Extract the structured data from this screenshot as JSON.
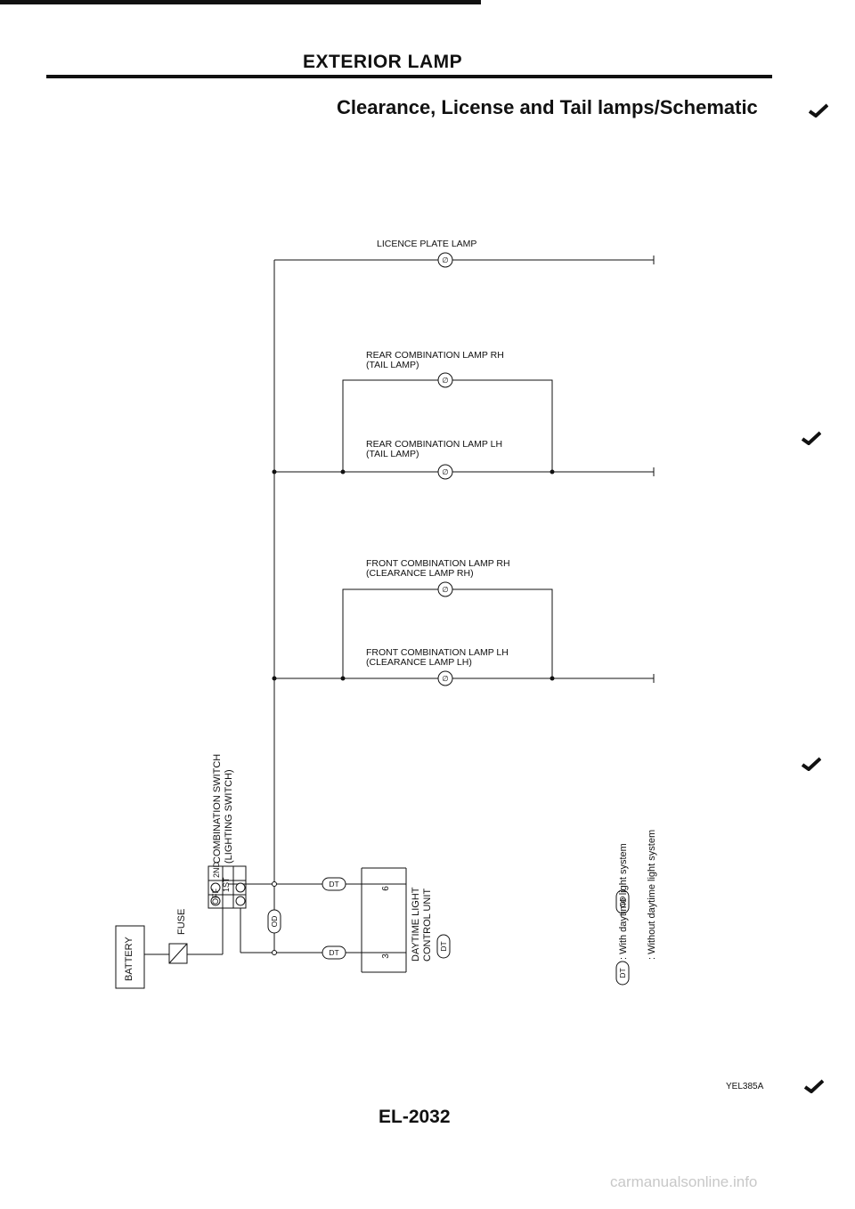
{
  "header": {
    "title": "EXTERIOR LAMP",
    "subtitle": "Clearance, License and Tail lamps/Schematic"
  },
  "components": {
    "licence_plate_lamp": "LICENCE PLATE LAMP",
    "rear_rh_line1": "REAR COMBINATION LAMP RH",
    "rear_rh_line2": "(TAIL LAMP)",
    "rear_lh_line1": "REAR COMBINATION LAMP LH",
    "rear_lh_line2": "(TAIL LAMP)",
    "front_rh_line1": "FRONT COMBINATION LAMP RH",
    "front_rh_line2": "(CLEARANCE LAMP RH)",
    "front_lh_line1": "FRONT COMBINATION LAMP LH",
    "front_lh_line2": "(CLEARANCE LAMP LH)",
    "switch_line1": "COMBINATION SWITCH",
    "switch_line2": "(LIGHTING SWITCH)",
    "switch_positions": [
      "OFF",
      "1ST",
      "2ND"
    ],
    "fuse": "FUSE",
    "battery": "BATTERY",
    "control_unit_line1": "DAYTIME LIGHT",
    "control_unit_line2": "CONTROL UNIT",
    "terminal_top": "6",
    "terminal_bottom": "3",
    "bulb_symbol": "∅"
  },
  "badges": {
    "dt": "DT",
    "od": "OD"
  },
  "legend": {
    "dt_desc": ": With daytime light system",
    "od_desc": ": Without daytime light system"
  },
  "footer": {
    "code": "YEL385A",
    "page": "EL-2032",
    "watermark": "carmanualsonline.info"
  }
}
